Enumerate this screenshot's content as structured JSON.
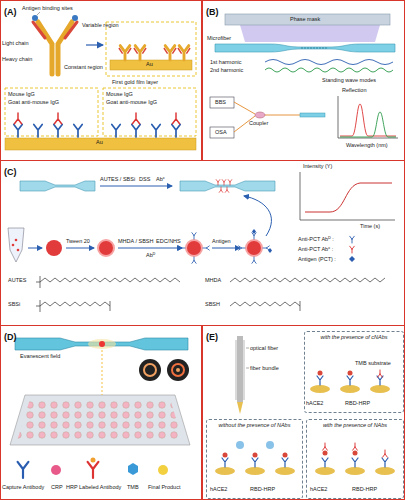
{
  "diagram": {
    "nodes": [
      {
        "text": [
          "(A)"
        ]
      },
      {
        "text": [
          "(B)"
        ]
      },
      {
        "text": [
          "(C)"
        ]
      },
      {
        "text": [
          "(D)"
        ]
      },
      {
        "text": [
          "(E)"
        ]
      },
      {
        "text": [
          "with the presence of cNAbs"
        ],
        "in": 4
      },
      {
        "text": [
          "without the presence of NAbs"
        ],
        "in": 4
      },
      {
        "text": [
          "with the presence of NAbs"
        ],
        "in": 4
      }
    ],
    "labels": [
      "Antigen binding sites",
      "Light chain",
      "Heavy chain",
      "Variable region",
      "Constant region",
      "Au",
      "First gold film layer",
      "Mouse IgG",
      "Goat anti-mouse IgG",
      "Mouse IgG",
      "Goat anti-mouse IgG",
      "Au",
      "Phase mask",
      "Microfiber",
      "1st harmonic",
      "2nd harmonic",
      "Standing wave modes",
      "BBS",
      "Coupler",
      "OSA",
      "Reflection",
      "Wavelength (nm)",
      "AUTES / SBSi",
      "DSS",
      "Abᶜ",
      "Intensity (Y)",
      "Time (s)",
      "Tween 20",
      "MHDA / SBSH",
      "EDC/NHS",
      "Abᴰ",
      "Antigen",
      "Anti-PCT Abᴰ :",
      "Anti-PCT Abᶜ :",
      "Antigen (PCT) :",
      "AUTES",
      "MHDA",
      "SBSi",
      "SBSH",
      "Evanescent field",
      "Capture Antibody",
      "CRP",
      "HRP Labeled Antibody",
      "TMB",
      "Final Product",
      "optical fiber",
      "fiber bundle",
      "TMB substrate",
      "hACE2",
      "RBD-HRP",
      "hACE2",
      "RBD-HRP",
      "hACE2",
      "RBD-HRP"
    ]
  }
}
